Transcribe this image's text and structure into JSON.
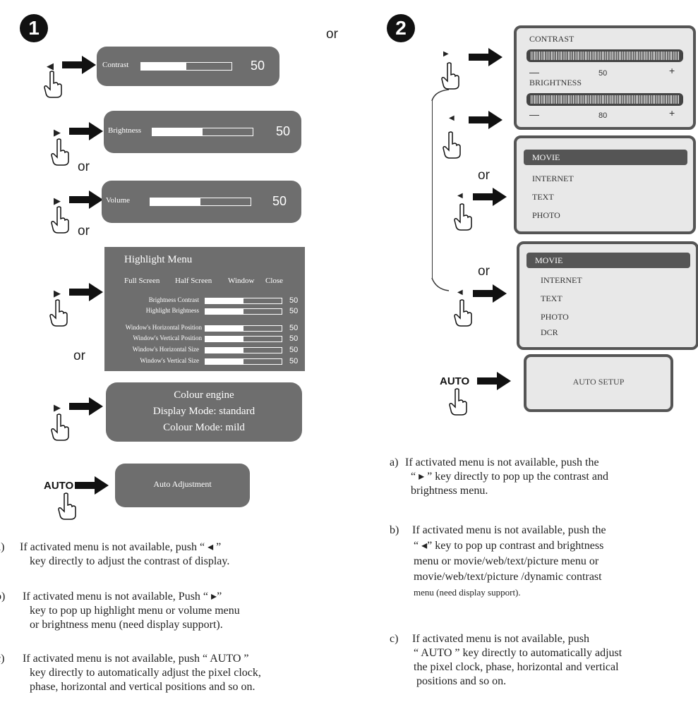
{
  "steps": {
    "one": "1",
    "two": "2",
    "or_top": "or"
  },
  "left": {
    "contrast": {
      "label": "Contrast",
      "value": "50",
      "fill": 0.5
    },
    "brightness": {
      "label": "Brightness",
      "value": "50",
      "fill": 0.5
    },
    "volume": {
      "label": "Volume",
      "value": "50",
      "fill": 0.5
    },
    "or_labels": [
      "or",
      "or",
      "or"
    ],
    "highlight": {
      "title": "Highlight Menu",
      "options": [
        "Full Screen",
        "Half Screen",
        "Window",
        "Close"
      ],
      "rows": [
        {
          "label": "Brightness Contrast",
          "value": "50",
          "fill": 0.5
        },
        {
          "label": "Highlight Brightness",
          "value": "50",
          "fill": 0.5
        },
        {
          "label": "Window's Horizontal Position",
          "value": "50",
          "fill": 0.5
        },
        {
          "label": "Window's Vertical Position",
          "value": "50",
          "fill": 0.5
        },
        {
          "label": "Window's Horizontal Size",
          "value": "50",
          "fill": 0.5
        },
        {
          "label": "Window's Vertical Size",
          "value": "50",
          "fill": 0.5
        }
      ]
    },
    "colour_engine": {
      "title": "Colour engine",
      "display_mode": "Display Mode: standard",
      "colour_mode": "Colour  Mode: mild"
    },
    "auto_key": "AUTO",
    "auto_box": "Auto Adjustment",
    "notes": [
      {
        "letter": "a)",
        "lines": [
          "If activated menu is not available, push “ ◂ ”",
          "key directly to adjust the contrast of display."
        ]
      },
      {
        "letter": "b)",
        "lines": [
          "If activated menu is not available, Push “ ▸”",
          "key to pop up highlight menu or volume menu",
          "or brightness menu (need display support)."
        ]
      },
      {
        "letter": "c)",
        "lines": [
          "If activated menu is not available, push “ AUTO ”",
          "key directly to automatically adjust the pixel clock,",
          "phase, horizontal and vertical positions and so on."
        ]
      }
    ]
  },
  "right": {
    "contrast_label": "CONTRAST",
    "contrast_value": "50",
    "brightness_label": "BRIGHTNESS",
    "brightness_value": "80",
    "minus": "—",
    "plus": "+",
    "or_labels": [
      "or",
      "or"
    ],
    "menu1": {
      "selected": "MOVIE",
      "items": [
        "INTERNET",
        "TEXT",
        "PHOTO"
      ]
    },
    "menu2": {
      "selected": "MOVIE",
      "items": [
        "INTERNET",
        "TEXT",
        "PHOTO",
        "DCR"
      ]
    },
    "auto_key": "AUTO",
    "auto_box": "AUTO SETUP",
    "notes": [
      {
        "letter": "a)",
        "lines": [
          "If activated menu is not available, push the",
          "“ ▸ ” key directly to pop up the contrast and",
          "brightness menu."
        ]
      },
      {
        "letter": "b)",
        "lines": [
          "If activated menu is not available, push the",
          "“ ◂” key to pop up contrast and brightness",
          "menu or movie/web/text/picture menu or",
          "movie/web/text/picture /dynamic contrast",
          "menu (need display support)."
        ]
      },
      {
        "letter": "c)",
        "lines": [
          "If activated menu is not available, push",
          "“ AUTO ” key directly to automatically adjust",
          "the pixel clock, phase, horizontal and vertical",
          "positions and so on."
        ]
      }
    ]
  }
}
